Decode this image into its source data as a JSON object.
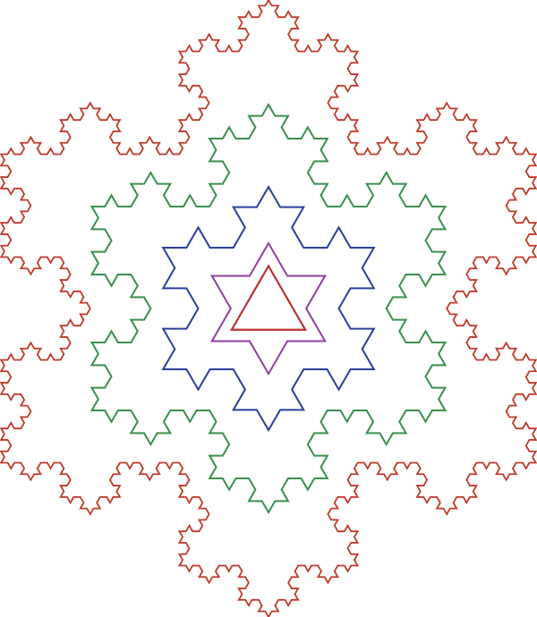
{
  "figure": {
    "subject": "koch-snowflake-iterations",
    "curves": [
      {
        "name": "koch-iteration-0",
        "iteration": 0,
        "stroke_color": "#b83232"
      },
      {
        "name": "koch-iteration-1",
        "iteration": 1,
        "stroke_color": "#8e3fa3"
      },
      {
        "name": "koch-iteration-2",
        "iteration": 2,
        "stroke_color": "#2a3f9a"
      },
      {
        "name": "koch-iteration-3",
        "iteration": 3,
        "stroke_color": "#3a8f4e"
      },
      {
        "name": "koch-iteration-4",
        "iteration": 4,
        "stroke_color": "#c0392b"
      }
    ]
  }
}
